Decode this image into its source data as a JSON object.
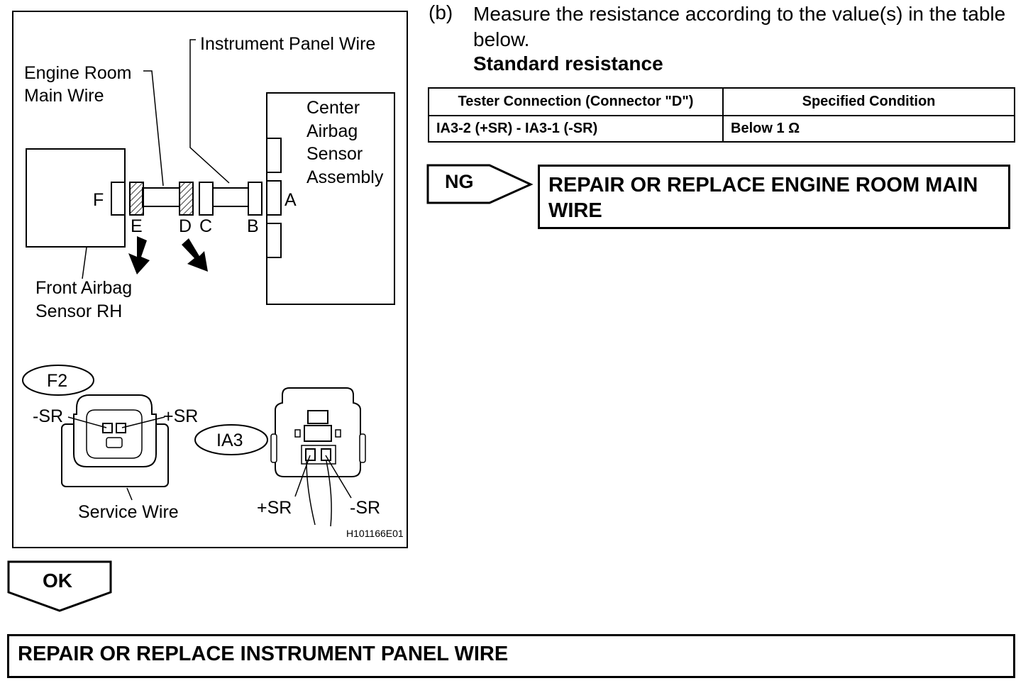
{
  "diagram": {
    "labels": {
      "instrument_panel_wire": "Instrument Panel Wire",
      "engine_room_main_wire_1": "Engine Room",
      "engine_room_main_wire_2": "Main Wire",
      "center_airbag_1": "Center",
      "center_airbag_2": "Airbag",
      "center_airbag_3": "Sensor",
      "center_airbag_4": "Assembly",
      "front_airbag_1": "Front Airbag",
      "front_airbag_2": "Sensor RH",
      "service_wire": "Service Wire",
      "figure_code": "H101166E01"
    },
    "connectors": {
      "a": "A",
      "b": "B",
      "c": "C",
      "d": "D",
      "e": "E",
      "f": "F",
      "f2": "F2",
      "ia3": "IA3"
    },
    "pins": {
      "f2_neg": "-SR",
      "f2_pos": "+SR",
      "ia3_pos": "+SR",
      "ia3_neg": "-SR"
    }
  },
  "step": {
    "letter": "(b)",
    "instruction": "Measure the resistance according to the value(s) in the table below.",
    "standard_label": "Standard resistance"
  },
  "table": {
    "headers": [
      "Tester Connection (Connector \"D\")",
      "Specified Condition"
    ],
    "rows": [
      [
        "IA3-2 (+SR) - IA3-1 (-SR)",
        "Below 1 Ω"
      ]
    ]
  },
  "ng": {
    "label": "NG",
    "result": "REPAIR OR REPLACE ENGINE ROOM MAIN WIRE"
  },
  "ok": {
    "label": "OK",
    "result": "REPAIR OR REPLACE INSTRUMENT PANEL WIRE"
  }
}
